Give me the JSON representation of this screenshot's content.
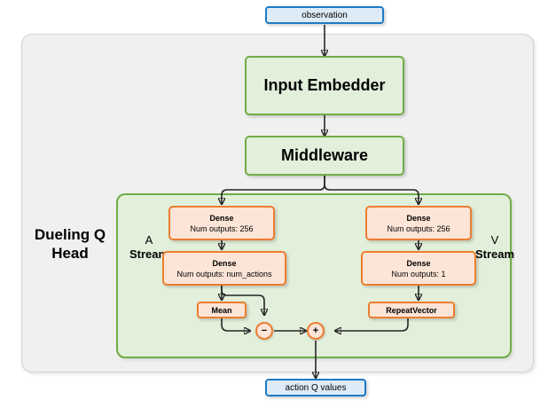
{
  "diagram": {
    "title_label": "Dueling Q Head",
    "input_node": {
      "label": "observation"
    },
    "output_node": {
      "label": "action Q values"
    },
    "blocks": [
      {
        "name": "input-embedder",
        "label": "Input Embedder"
      },
      {
        "name": "middleware",
        "label": "Middleware"
      }
    ],
    "streams": {
      "advantage": {
        "letter": "A",
        "word": "Stream",
        "nodes": [
          {
            "name": "dense-a-1",
            "title": "Dense",
            "subtitle": "Num outputs: 256"
          },
          {
            "name": "dense-a-2",
            "title": "Dense",
            "subtitle": "Num outputs: num_actions"
          },
          {
            "name": "mean",
            "title": "Mean"
          }
        ]
      },
      "value": {
        "letter": "V",
        "word": "Stream",
        "nodes": [
          {
            "name": "dense-v-1",
            "title": "Dense",
            "subtitle": "Num outputs: 256"
          },
          {
            "name": "dense-v-2",
            "title": "Dense",
            "subtitle": "Num outputs: 1"
          },
          {
            "name": "repeat-vector",
            "title": "RepeatVector"
          }
        ]
      }
    },
    "operators": [
      {
        "name": "subtract-operator",
        "symbol": "−"
      },
      {
        "name": "add-operator",
        "symbol": "+"
      }
    ],
    "colors": {
      "io_fill": "#ddebf7",
      "io_border": "#1f7ac4",
      "green_fill": "#e2efda",
      "green_border": "#70ad47",
      "orange_fill": "#fce4d6",
      "orange_border": "#ed7d31",
      "outer_fill": "#f0f0f0",
      "outer_border": "#d2d2d2",
      "wire": "#262626"
    }
  }
}
